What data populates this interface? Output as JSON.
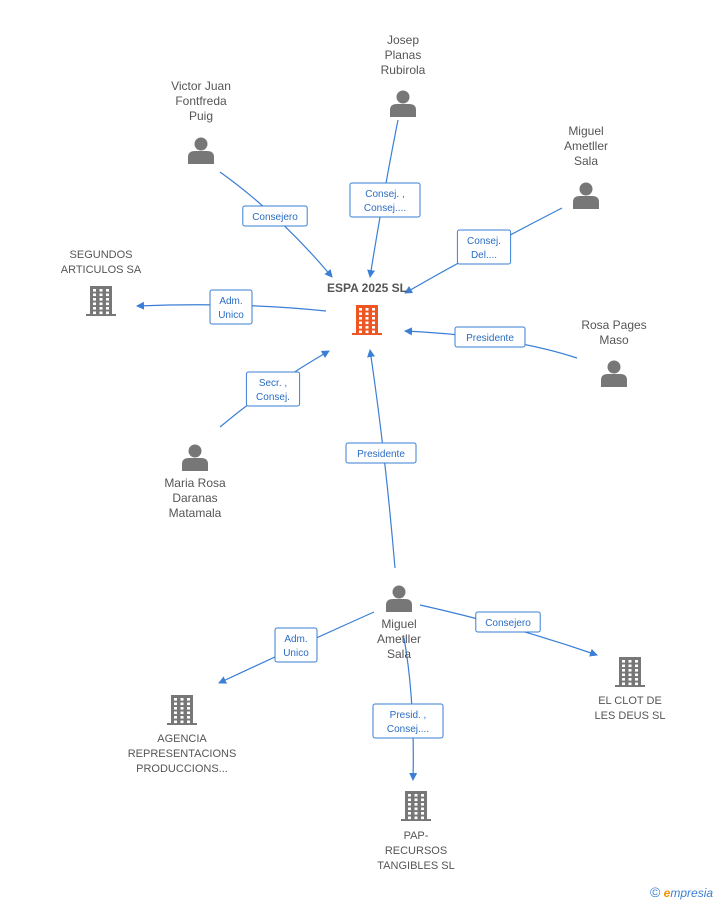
{
  "center": {
    "id": "espa",
    "label_lines": [
      "ESPA 2025 SL"
    ],
    "type": "company"
  },
  "nodes": [
    {
      "id": "josep",
      "type": "person",
      "label_lines": [
        "Josep",
        "Planas",
        "Rubirola"
      ]
    },
    {
      "id": "victor",
      "type": "person",
      "label_lines": [
        "Victor Juan",
        "Fontfreda",
        "Puig"
      ]
    },
    {
      "id": "miguel_top",
      "type": "person",
      "label_lines": [
        "Miguel",
        "Ametller",
        "Sala"
      ]
    },
    {
      "id": "segundos",
      "type": "company",
      "label_lines": [
        "SEGUNDOS",
        "ARTICULOS SA"
      ]
    },
    {
      "id": "rosa",
      "type": "person",
      "label_lines": [
        "Rosa Pages",
        "Maso"
      ]
    },
    {
      "id": "maria",
      "type": "person",
      "label_lines": [
        "Maria Rosa",
        "Daranas",
        "Matamala"
      ]
    },
    {
      "id": "miguel_bottom",
      "type": "person",
      "label_lines": [
        "Miguel",
        "Ametller",
        "Sala"
      ]
    },
    {
      "id": "agencia",
      "type": "company",
      "label_lines": [
        "AGENCIA",
        "REPRESENTACIONS",
        "PRODUCCIONS..."
      ]
    },
    {
      "id": "clot",
      "type": "company",
      "label_lines": [
        "EL CLOT DE",
        "LES DEUS SL"
      ]
    },
    {
      "id": "pap",
      "type": "company",
      "label_lines": [
        "PAP-",
        "RECURSOS",
        "TANGIBLES SL"
      ]
    }
  ],
  "edges": [
    {
      "id": "e_josep",
      "from": "josep",
      "to": "espa",
      "label_lines": [
        "Consej. ,",
        "Consej...."
      ]
    },
    {
      "id": "e_victor",
      "from": "victor",
      "to": "espa",
      "label_lines": [
        "Consejero"
      ]
    },
    {
      "id": "e_miguel_top",
      "from": "miguel_top",
      "to": "espa",
      "label_lines": [
        "Consej.",
        "Del...."
      ]
    },
    {
      "id": "e_segundos",
      "from": "espa",
      "to": "segundos",
      "label_lines": [
        "Adm.",
        "Unico"
      ]
    },
    {
      "id": "e_rosa",
      "from": "rosa",
      "to": "espa",
      "label_lines": [
        "Presidente"
      ]
    },
    {
      "id": "e_maria",
      "from": "maria",
      "to": "espa",
      "label_lines": [
        "Secr. ,",
        "Consej."
      ]
    },
    {
      "id": "e_miguel_bottom",
      "from": "miguel_bottom",
      "to": "espa",
      "label_lines": [
        "Presidente"
      ]
    },
    {
      "id": "e_agencia",
      "from": "miguel_bottom",
      "to": "agencia",
      "label_lines": [
        "Adm.",
        "Unico"
      ]
    },
    {
      "id": "e_clot",
      "from": "miguel_bottom",
      "to": "clot",
      "label_lines": [
        "Consejero"
      ]
    },
    {
      "id": "e_pap",
      "from": "miguel_bottom",
      "to": "pap",
      "label_lines": [
        "Presid. ,",
        "Consej...."
      ]
    }
  ],
  "footer": {
    "copyright_symbol": "©",
    "brand_first": "e",
    "brand_rest": "mpresia"
  },
  "colors": {
    "edge": "#3a7fd5",
    "icon": "#777777",
    "main_icon": "#ee5522",
    "label": "#555555"
  }
}
